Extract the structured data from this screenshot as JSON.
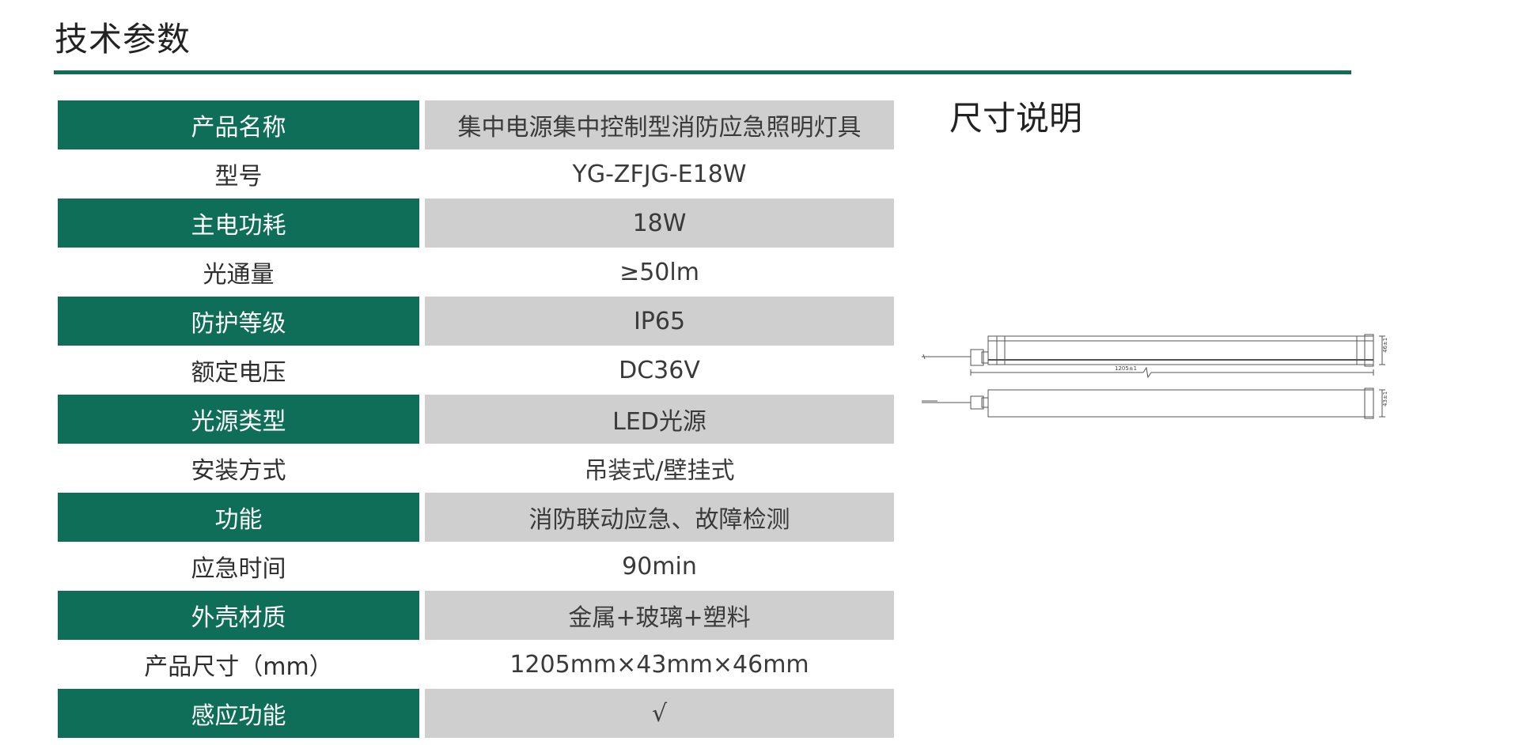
{
  "page_title": "技术参数",
  "dimension_title": "尺寸说明",
  "specs": [
    {
      "label": "产品名称",
      "value": "集中电源集中控制型消防应急照明灯具"
    },
    {
      "label": "型号",
      "value": "YG-ZFJG-E18W"
    },
    {
      "label": "主电功耗",
      "value": "18W"
    },
    {
      "label": "光通量",
      "value": "≥50lm"
    },
    {
      "label": "防护等级",
      "value": "IP65"
    },
    {
      "label": "额定电压",
      "value": "DC36V"
    },
    {
      "label": "光源类型",
      "value": "LED光源"
    },
    {
      "label": "安装方式",
      "value": "吊装式/壁挂式"
    },
    {
      "label": "功能",
      "value": "消防联动应急、故障检测"
    },
    {
      "label": "应急时间",
      "value": "90min"
    },
    {
      "label": "外壳材质",
      "value": "金属+玻璃+塑料"
    },
    {
      "label": "产品尺寸（mm）",
      "value": "1205mm×43mm×46mm"
    },
    {
      "label": "感应功能",
      "value": "√"
    }
  ],
  "drawing": {
    "length_label": "1205±1",
    "height_label_top": "46±1",
    "height_label_bottom": "43±1"
  },
  "colors": {
    "accent": "#0e6e58",
    "shade": "#cfcfcf"
  }
}
